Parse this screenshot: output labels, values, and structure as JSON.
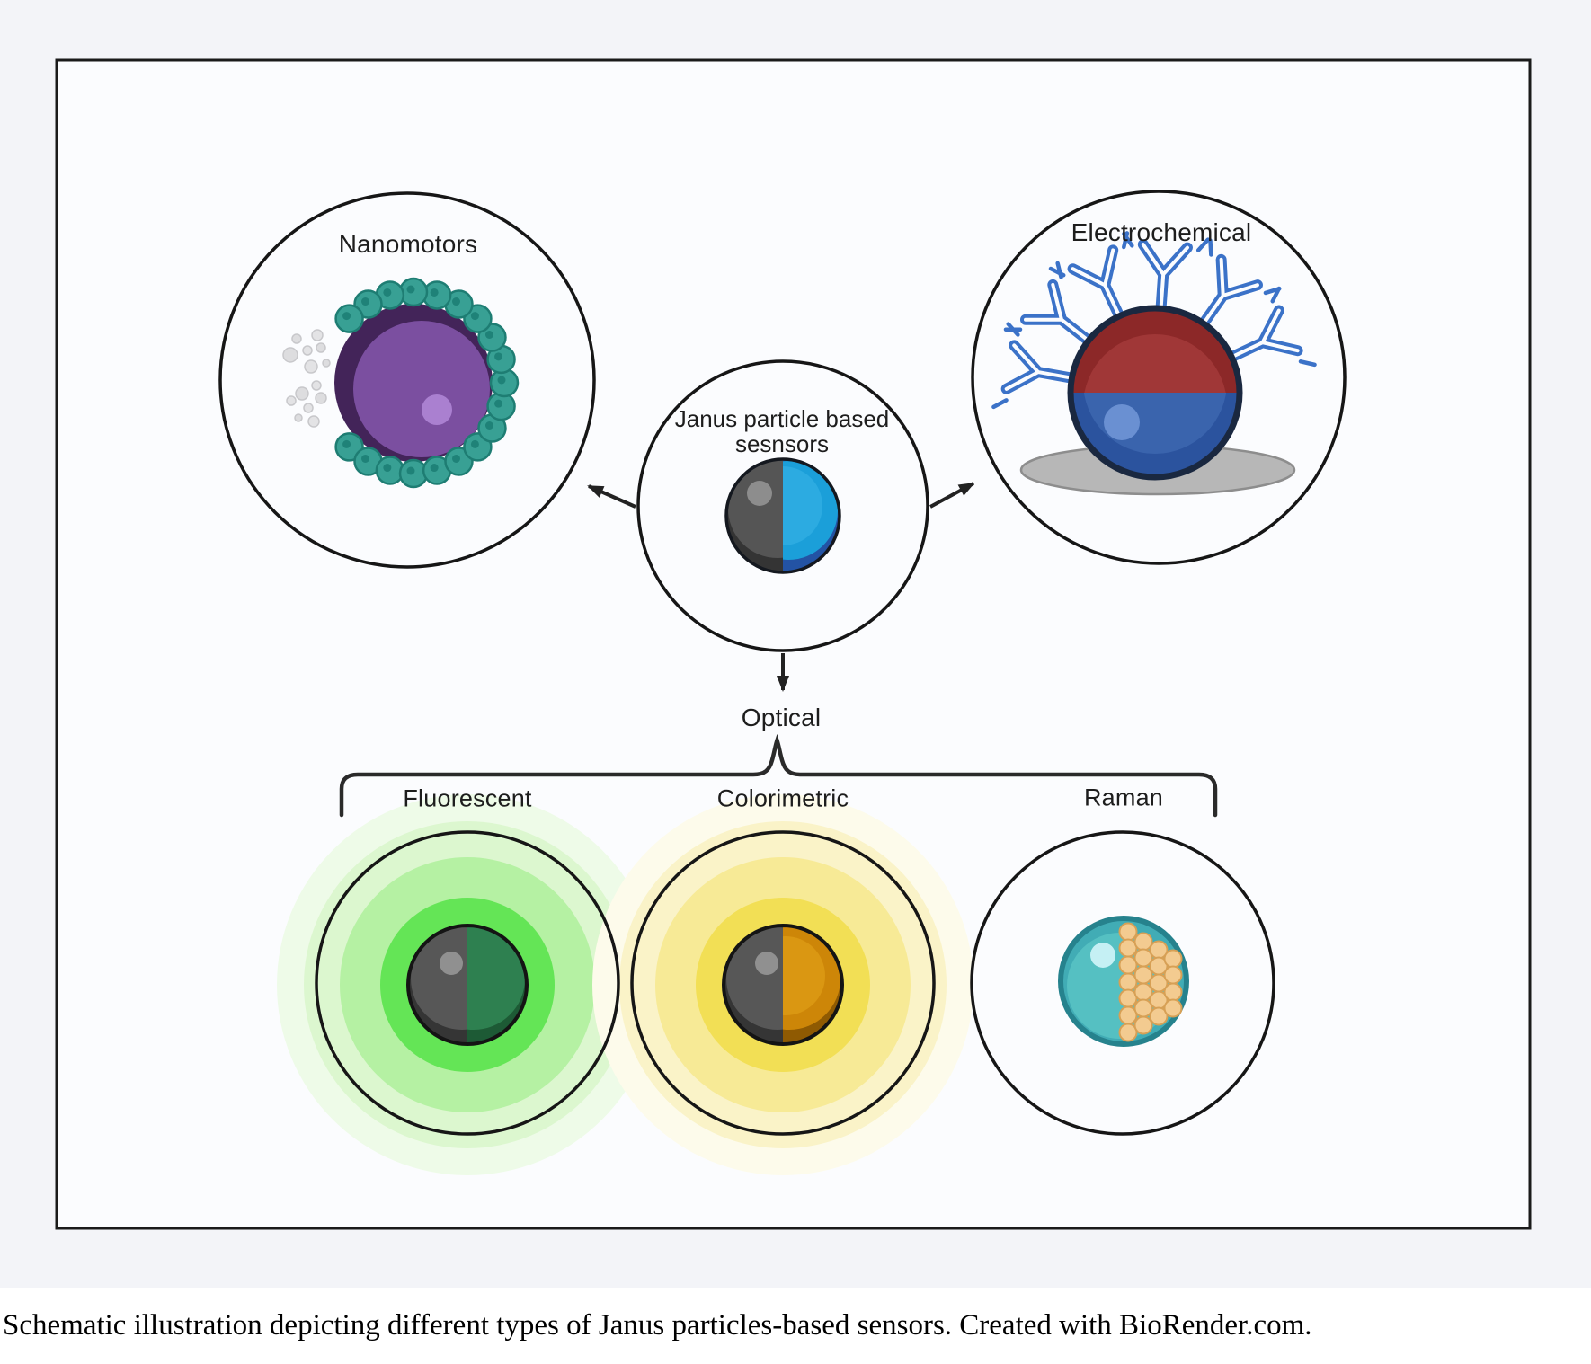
{
  "figure": {
    "hub": {
      "label_line1": "Janus particle based",
      "label_line2": "sesnsors"
    },
    "branches": {
      "nanomotors": {
        "label": "Nanomotors"
      },
      "electrochemical": {
        "label": "Electrochemical"
      },
      "optical": {
        "label": "Optical"
      },
      "optical_subtypes": {
        "fluorescent": {
          "label": "Fluorescent"
        },
        "colorimetric": {
          "label": "Colorimetric"
        },
        "raman": {
          "label": "Raman"
        }
      }
    },
    "colors": {
      "canvas_background": "#f3f4f8",
      "panel_fill": "#fbfcfe",
      "outline_black": "#161616",
      "hub_gray": "#565656",
      "hub_blue": "#1b9fd9",
      "nanomotor_purple": "#7b4fa0",
      "nanomotor_bead_teal": "#38a094",
      "nanomotor_bead_edge": "#1e7d73",
      "bubble_gray": "#e3e3e5",
      "electro_red": "#a03737",
      "electro_blue": "#2b539e",
      "electrode_gray": "#b7b7b7",
      "antibody_blue": "#3b72c8",
      "fluorescent_green": "#2e8050",
      "fluorescent_glow": "#5fdd51",
      "colorimetric_orange": "#cd8608",
      "colorimetric_glow": "#f2df55",
      "raman_teal": "#55c0c2",
      "raman_dot_tan": "#f3cb90",
      "raman_dot_edge": "#d7a055"
    }
  },
  "caption": "Schematic illustration depicting different types of Janus particles-based sensors. Created with BioRender.com."
}
